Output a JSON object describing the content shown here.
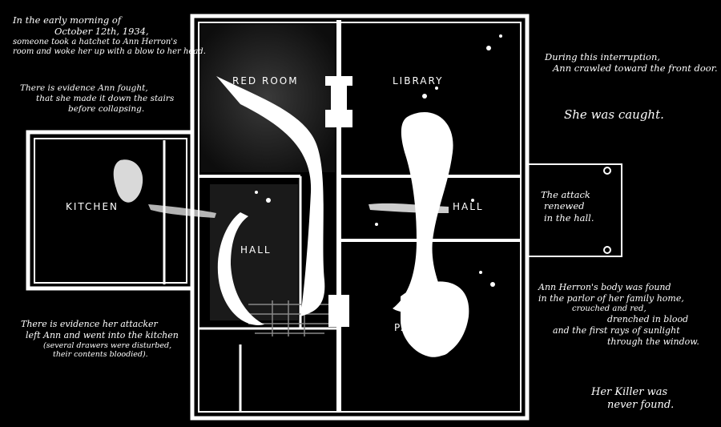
{
  "colors": {
    "background": "#000000",
    "ink": "#ffffff"
  },
  "rooms": {
    "red_room": "RED ROOM",
    "library": "LIBRARY",
    "kitchen": "KITCHEN",
    "hall_left": "HALL",
    "hall_right": "HALL",
    "parlour": "PARLOUR"
  },
  "notes": {
    "top_left": {
      "l1": "In the early morning of",
      "l2": "October 12th, 1934,",
      "l3": "someone took a hatchet to Ann Herron's",
      "l4": "room and woke her up with a blow to her head."
    },
    "evidence_fight": {
      "l1": "There is evidence Ann fought,",
      "l2": "that she made it down the stairs",
      "l3": "before collapsing."
    },
    "interruption": {
      "l1": "During this interruption,",
      "l2": "Ann crawled toward the front door."
    },
    "caught": "She was caught.",
    "renewed": {
      "l1": "The attack",
      "l2": "renewed",
      "l3": "in the hall."
    },
    "kitchen_evidence": {
      "l1": "There is evidence her attacker",
      "l2": "left Ann and went into the kitchen",
      "l3": "(several drawers were disturbed,",
      "l4": "their contents bloodied)."
    },
    "body_found": {
      "l1": "Ann Herron's body was found",
      "l2": "in the parlor of her family home,",
      "l3": "crouched and red,",
      "l4": "drenched in blood",
      "l5": "and the first rays of sunlight",
      "l6": "through the window."
    },
    "never_found": {
      "l1": "Her Killer was",
      "l2": "never found."
    }
  }
}
